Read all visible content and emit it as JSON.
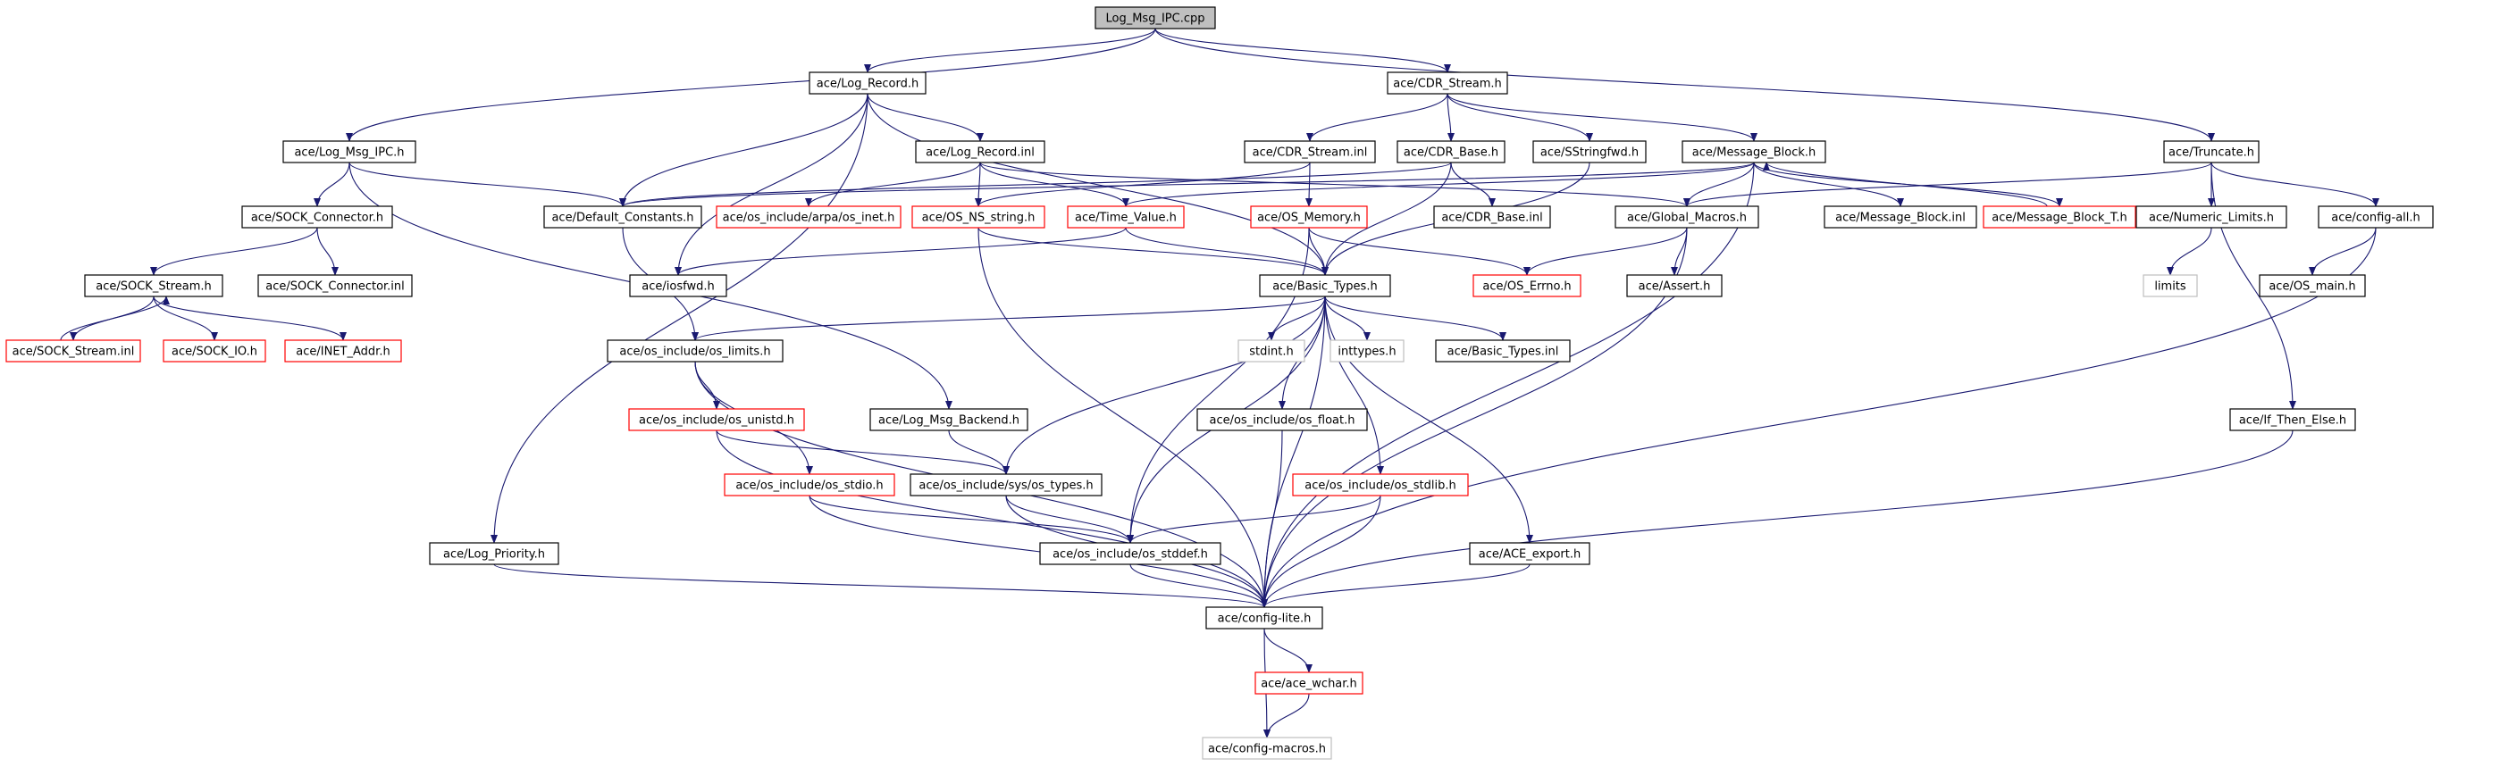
{
  "colors": {
    "edge": "#191970",
    "normal_border": "#000000",
    "external_border": "#ff0000",
    "system_border": "#bfbfbf",
    "root_fill": "#bfbfbf",
    "fill": "#ffffff"
  },
  "nodes": [
    {
      "id": "log_msg_ipc_cpp",
      "label": "Log_Msg_IPC.cpp",
      "kind": "root"
    },
    {
      "id": "log_record_h",
      "label": "ace/Log_Record.h",
      "kind": "normal"
    },
    {
      "id": "cdr_stream_h",
      "label": "ace/CDR_Stream.h",
      "kind": "normal"
    },
    {
      "id": "log_msg_ipc_h",
      "label": "ace/Log_Msg_IPC.h",
      "kind": "normal"
    },
    {
      "id": "log_record_inl",
      "label": "ace/Log_Record.inl",
      "kind": "normal"
    },
    {
      "id": "cdr_stream_inl",
      "label": "ace/CDR_Stream.inl",
      "kind": "normal"
    },
    {
      "id": "cdr_base_h",
      "label": "ace/CDR_Base.h",
      "kind": "normal"
    },
    {
      "id": "sstringfwd_h",
      "label": "ace/SStringfwd.h",
      "kind": "normal"
    },
    {
      "id": "message_block_h",
      "label": "ace/Message_Block.h",
      "kind": "normal"
    },
    {
      "id": "truncate_h",
      "label": "ace/Truncate.h",
      "kind": "normal"
    },
    {
      "id": "sock_connector_h",
      "label": "ace/SOCK_Connector.h",
      "kind": "normal"
    },
    {
      "id": "default_constants_h",
      "label": "ace/Default_Constants.h",
      "kind": "normal"
    },
    {
      "id": "os_arpa_inet_h",
      "label": "ace/os_include/arpa/os_inet.h",
      "kind": "external"
    },
    {
      "id": "os_ns_string_h",
      "label": "ace/OS_NS_string.h",
      "kind": "external"
    },
    {
      "id": "time_value_h",
      "label": "ace/Time_Value.h",
      "kind": "external"
    },
    {
      "id": "os_memory_h",
      "label": "ace/OS_Memory.h",
      "kind": "external"
    },
    {
      "id": "cdr_base_inl",
      "label": "ace/CDR_Base.inl",
      "kind": "normal"
    },
    {
      "id": "global_macros_h",
      "label": "ace/Global_Macros.h",
      "kind": "normal"
    },
    {
      "id": "message_block_inl",
      "label": "ace/Message_Block.inl",
      "kind": "normal"
    },
    {
      "id": "message_block_t_h",
      "label": "ace/Message_Block_T.h",
      "kind": "external"
    },
    {
      "id": "numeric_limits_h",
      "label": "ace/Numeric_Limits.h",
      "kind": "normal"
    },
    {
      "id": "config_all_h",
      "label": "ace/config-all.h",
      "kind": "normal"
    },
    {
      "id": "sock_stream_h",
      "label": "ace/SOCK_Stream.h",
      "kind": "normal"
    },
    {
      "id": "sock_connector_inl",
      "label": "ace/SOCK_Connector.inl",
      "kind": "normal"
    },
    {
      "id": "iosfwd_h",
      "label": "ace/iosfwd.h",
      "kind": "normal"
    },
    {
      "id": "basic_types_h",
      "label": "ace/Basic_Types.h",
      "kind": "normal"
    },
    {
      "id": "os_errno_h",
      "label": "ace/OS_Errno.h",
      "kind": "external"
    },
    {
      "id": "assert_h",
      "label": "ace/Assert.h",
      "kind": "normal"
    },
    {
      "id": "limits",
      "label": "limits",
      "kind": "system"
    },
    {
      "id": "os_main_h",
      "label": "ace/OS_main.h",
      "kind": "normal"
    },
    {
      "id": "sock_stream_inl",
      "label": "ace/SOCK_Stream.inl",
      "kind": "external"
    },
    {
      "id": "sock_io_h",
      "label": "ace/SOCK_IO.h",
      "kind": "external"
    },
    {
      "id": "inet_addr_h",
      "label": "ace/INET_Addr.h",
      "kind": "external"
    },
    {
      "id": "os_limits_h",
      "label": "ace/os_include/os_limits.h",
      "kind": "normal"
    },
    {
      "id": "stdint_h",
      "label": "stdint.h",
      "kind": "system"
    },
    {
      "id": "inttypes_h",
      "label": "inttypes.h",
      "kind": "system"
    },
    {
      "id": "basic_types_inl",
      "label": "ace/Basic_Types.inl",
      "kind": "normal"
    },
    {
      "id": "os_unistd_h",
      "label": "ace/os_include/os_unistd.h",
      "kind": "external"
    },
    {
      "id": "log_msg_backend_h",
      "label": "ace/Log_Msg_Backend.h",
      "kind": "normal"
    },
    {
      "id": "os_float_h",
      "label": "ace/os_include/os_float.h",
      "kind": "normal"
    },
    {
      "id": "if_then_else_h",
      "label": "ace/If_Then_Else.h",
      "kind": "normal"
    },
    {
      "id": "os_stdio_h",
      "label": "ace/os_include/os_stdio.h",
      "kind": "external"
    },
    {
      "id": "sys_os_types_h",
      "label": "ace/os_include/sys/os_types.h",
      "kind": "normal"
    },
    {
      "id": "os_stdlib_h",
      "label": "ace/os_include/os_stdlib.h",
      "kind": "external"
    },
    {
      "id": "log_priority_h",
      "label": "ace/Log_Priority.h",
      "kind": "normal"
    },
    {
      "id": "os_stddef_h",
      "label": "ace/os_include/os_stddef.h",
      "kind": "normal"
    },
    {
      "id": "ace_export_h",
      "label": "ace/ACE_export.h",
      "kind": "normal"
    },
    {
      "id": "config_lite_h",
      "label": "ace/config-lite.h",
      "kind": "normal"
    },
    {
      "id": "ace_wchar_h",
      "label": "ace/ace_wchar.h",
      "kind": "external"
    },
    {
      "id": "config_macros_h",
      "label": "ace/config-macros.h",
      "kind": "system"
    }
  ],
  "edges": [
    [
      "log_msg_ipc_cpp",
      "log_record_h"
    ],
    [
      "log_msg_ipc_cpp",
      "cdr_stream_h"
    ],
    [
      "log_msg_ipc_cpp",
      "log_msg_ipc_h"
    ],
    [
      "log_msg_ipc_cpp",
      "truncate_h"
    ],
    [
      "log_record_h",
      "log_record_inl"
    ],
    [
      "log_record_h",
      "default_constants_h"
    ],
    [
      "log_record_h",
      "iosfwd_h"
    ],
    [
      "log_record_h",
      "basic_types_h"
    ],
    [
      "log_record_h",
      "log_priority_h"
    ],
    [
      "log_msg_ipc_h",
      "sock_connector_h"
    ],
    [
      "log_msg_ipc_h",
      "default_constants_h"
    ],
    [
      "log_msg_ipc_h",
      "log_msg_backend_h"
    ],
    [
      "log_record_inl",
      "os_arpa_inet_h"
    ],
    [
      "log_record_inl",
      "os_ns_string_h"
    ],
    [
      "log_record_inl",
      "time_value_h"
    ],
    [
      "log_record_inl",
      "global_macros_h"
    ],
    [
      "cdr_stream_h",
      "cdr_stream_inl"
    ],
    [
      "cdr_stream_h",
      "cdr_base_h"
    ],
    [
      "cdr_stream_h",
      "sstringfwd_h"
    ],
    [
      "cdr_stream_h",
      "message_block_h"
    ],
    [
      "cdr_stream_inl",
      "os_ns_string_h"
    ],
    [
      "cdr_stream_inl",
      "os_memory_h"
    ],
    [
      "cdr_base_h",
      "default_constants_h"
    ],
    [
      "cdr_base_h",
      "cdr_base_inl"
    ],
    [
      "cdr_base_h",
      "basic_types_h"
    ],
    [
      "sstringfwd_h",
      "basic_types_h"
    ],
    [
      "message_block_h",
      "default_constants_h"
    ],
    [
      "message_block_h",
      "time_value_h"
    ],
    [
      "message_block_h",
      "global_macros_h"
    ],
    [
      "message_block_h",
      "message_block_inl"
    ],
    [
      "message_block_h",
      "message_block_t_h"
    ],
    [
      "message_block_h",
      "config_lite_h"
    ],
    [
      "message_block_t_h",
      "message_block_h"
    ],
    [
      "truncate_h",
      "global_macros_h"
    ],
    [
      "truncate_h",
      "numeric_limits_h"
    ],
    [
      "truncate_h",
      "config_all_h"
    ],
    [
      "truncate_h",
      "if_then_else_h"
    ],
    [
      "sock_connector_h",
      "sock_stream_h"
    ],
    [
      "sock_connector_h",
      "sock_connector_inl"
    ],
    [
      "sock_stream_h",
      "sock_stream_inl"
    ],
    [
      "sock_stream_h",
      "sock_io_h"
    ],
    [
      "sock_stream_h",
      "inet_addr_h"
    ],
    [
      "sock_stream_inl",
      "sock_stream_h"
    ],
    [
      "default_constants_h",
      "os_limits_h"
    ],
    [
      "os_ns_string_h",
      "basic_types_h"
    ],
    [
      "os_ns_string_h",
      "config_lite_h"
    ],
    [
      "time_value_h",
      "iosfwd_h"
    ],
    [
      "time_value_h",
      "basic_types_h"
    ],
    [
      "os_memory_h",
      "basic_types_h"
    ],
    [
      "os_memory_h",
      "os_errno_h"
    ],
    [
      "os_memory_h",
      "os_stddef_h"
    ],
    [
      "global_macros_h",
      "os_errno_h"
    ],
    [
      "global_macros_h",
      "assert_h"
    ],
    [
      "global_macros_h",
      "config_lite_h"
    ],
    [
      "numeric_limits_h",
      "limits"
    ],
    [
      "config_all_h",
      "os_main_h"
    ],
    [
      "config_all_h",
      "config_lite_h"
    ],
    [
      "basic_types_h",
      "os_limits_h"
    ],
    [
      "basic_types_h",
      "stdint_h"
    ],
    [
      "basic_types_h",
      "inttypes_h"
    ],
    [
      "basic_types_h",
      "basic_types_inl"
    ],
    [
      "basic_types_h",
      "os_float_h"
    ],
    [
      "basic_types_h",
      "sys_os_types_h"
    ],
    [
      "basic_types_h",
      "os_stdlib_h"
    ],
    [
      "basic_types_h",
      "os_stddef_h"
    ],
    [
      "basic_types_h",
      "ace_export_h"
    ],
    [
      "basic_types_h",
      "config_lite_h"
    ],
    [
      "os_limits_h",
      "os_unistd_h"
    ],
    [
      "os_limits_h",
      "os_stdio_h"
    ],
    [
      "os_limits_h",
      "config_lite_h"
    ],
    [
      "os_unistd_h",
      "sys_os_types_h"
    ],
    [
      "os_unistd_h",
      "config_lite_h"
    ],
    [
      "log_msg_backend_h",
      "sys_os_types_h"
    ],
    [
      "os_stdio_h",
      "os_stddef_h"
    ],
    [
      "os_stdio_h",
      "config_lite_h"
    ],
    [
      "sys_os_types_h",
      "os_stddef_h"
    ],
    [
      "sys_os_types_h",
      "config_lite_h"
    ],
    [
      "os_stdlib_h",
      "os_stddef_h"
    ],
    [
      "os_stdlib_h",
      "config_lite_h"
    ],
    [
      "os_float_h",
      "config_lite_h"
    ],
    [
      "os_stddef_h",
      "config_lite_h"
    ],
    [
      "ace_export_h",
      "config_lite_h"
    ],
    [
      "log_priority_h",
      "config_lite_h"
    ],
    [
      "if_then_else_h",
      "config_lite_h"
    ],
    [
      "config_lite_h",
      "ace_wchar_h"
    ],
    [
      "config_lite_h",
      "config_macros_h"
    ],
    [
      "ace_wchar_h",
      "config_macros_h"
    ]
  ]
}
